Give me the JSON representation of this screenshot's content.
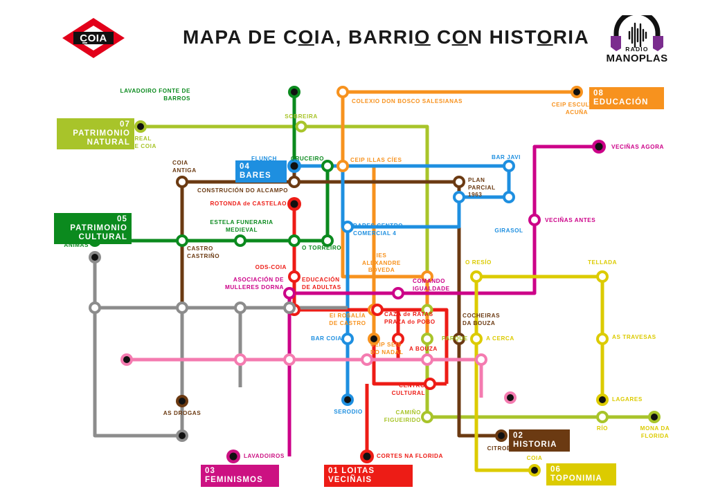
{
  "header": {
    "logo_coia_text": "COIA",
    "title": "MAPA DE COIA, BARRIO CON HISTORIA",
    "radio_logo_line1": "RADIO",
    "radio_logo_line2": "MANOPLAS"
  },
  "colors": {
    "line01_loitas_vecinais": "#ED1C16",
    "line02_historia": "#6B3A12",
    "line03_feminismos": "#CC1182",
    "line04_bares": "#1E8FE0",
    "line05_patrimonio_cultural": "#0B8A1E",
    "line06_toponimia": "#DCCB00",
    "line07_patrimonio_natural": "#A8C42A",
    "line08_educacion": "#F7921E",
    "line09_pink": "#F47BB0",
    "line10_grey": "#8C8C8C",
    "line11_magenta": "#CC0088",
    "coia_logo_red": "#E2001A",
    "radio_purple": "#7B2D8E",
    "background": "#FFFFFF",
    "text_dark": "#1A1A1A"
  },
  "legend": [
    {
      "id": "01",
      "label": "01 LOITAS VECIÑAIS",
      "color": "#ED1C16"
    },
    {
      "id": "02",
      "label": "02 HISTORIA",
      "color": "#6B3A12"
    },
    {
      "id": "03",
      "label": "03 FEMINISMOS",
      "color": "#CC1182"
    },
    {
      "id": "04",
      "label": "04 BARES",
      "color": "#1E8FE0"
    },
    {
      "id": "05",
      "label": "05 PATRIMONIO\nCULTURAL",
      "color": "#0B8A1E"
    },
    {
      "id": "06",
      "label": "06 TOPONIMIA",
      "color": "#DCCB00"
    },
    {
      "id": "07",
      "label": "07 PATRIMONIO\nNATURAL",
      "color": "#A8C42A"
    },
    {
      "id": "08",
      "label": "08 EDUCACIÓN",
      "color": "#F7921E"
    }
  ],
  "stations": {
    "lavadoiro_fonte_de_barros": "LAVADOIRO FONTE DE BARROS",
    "colexio_don_bosco_salesianas": "COLEXIO DON BOSCO SALESIANAS",
    "ceip_escultor_acuna": "CEIP ESCULTOR\nACUÑA",
    "sobreira": "SOBREIRA",
    "areal_de_coia": "AREAL\nDE COIA",
    "vecinas_agora": "VECIÑAS AGORA",
    "coia_antiga": "COIA\nANTIGA",
    "flunch": "FLUNCH",
    "cruceiro": "CRUCEIRO",
    "ceip_illas_cies": "CEIP ILLAS CÍES",
    "bar_javi": "BAR JAVI",
    "plan_parcial_1963": "PLAN\nPARCIAL\n1963",
    "construcion_do_alcampo": "CONSTRUCIÓN DO ALCAMPO",
    "rotonda_de_castelao": "ROTONDA de CASTELAO",
    "estela_funeraria_medieval": "ESTELA FUNERARIA\nMEDIEVAL",
    "bares_centro_comercial_4": "BARES CENTRO\nCOMERCIAL 4",
    "vecinas_antes": "VECIÑAS ANTES",
    "girasol": "GIRASOL",
    "peto_das_animas": "PETO DAS\nÁNIMAS",
    "castro_castrino": "CASTRO\nCASTRIÑO",
    "o_torreiro": "O TORREIRO",
    "ods_coia": "ODS-COIA",
    "ies_alexandre_boveda": "IES\nALEXANDRE\nBÓVEDA",
    "o_resio": "O RESÍO",
    "tellada": "TELLADA",
    "asociacion_de_mulleres_dorna": "ASOCIACIÓN DE\nMULLERES DORNA",
    "educacion_de_adultas": "EDUCACIÓN\nDE ADULTAS",
    "comando_igualdade": "COMANDO\nIGUALDADE",
    "ei_rosalia_de_castro": "EI ROSALÍA\nDE CASTRO",
    "caza_de_ratas_praza_do_pobo": "CAZA de RATAS\nPRAZA do POBO",
    "cocheiras_da_bouza": "COCHEIRAS\nDA BOUZA",
    "a_cerca": "A CERCA",
    "as_travesas": "AS TRAVESAS",
    "bar_coia": "BAR COIA",
    "parque": "PARQUE",
    "ceip_seis_do_nadal": "CEIP SEIS\nDO NADAL",
    "a_bouza": "A BOUZA",
    "as_drogas": "AS DROGAS",
    "centro_cultural": "CENTRO\nCULTURAL",
    "lagares": "LAGARES",
    "serodio": "SERODIO",
    "camino_figueirido": "CAMIÑO\nFIGUEIRIDO",
    "rio": "RÍO",
    "mona_da_florida": "MONA DA\nFLORIDA",
    "lavadoiros": "LAVADOIROS",
    "citroen": "CITROËN",
    "coia_toponimia": "COIA",
    "cortes_na_florida": "CORTES NA FLORIDA"
  }
}
